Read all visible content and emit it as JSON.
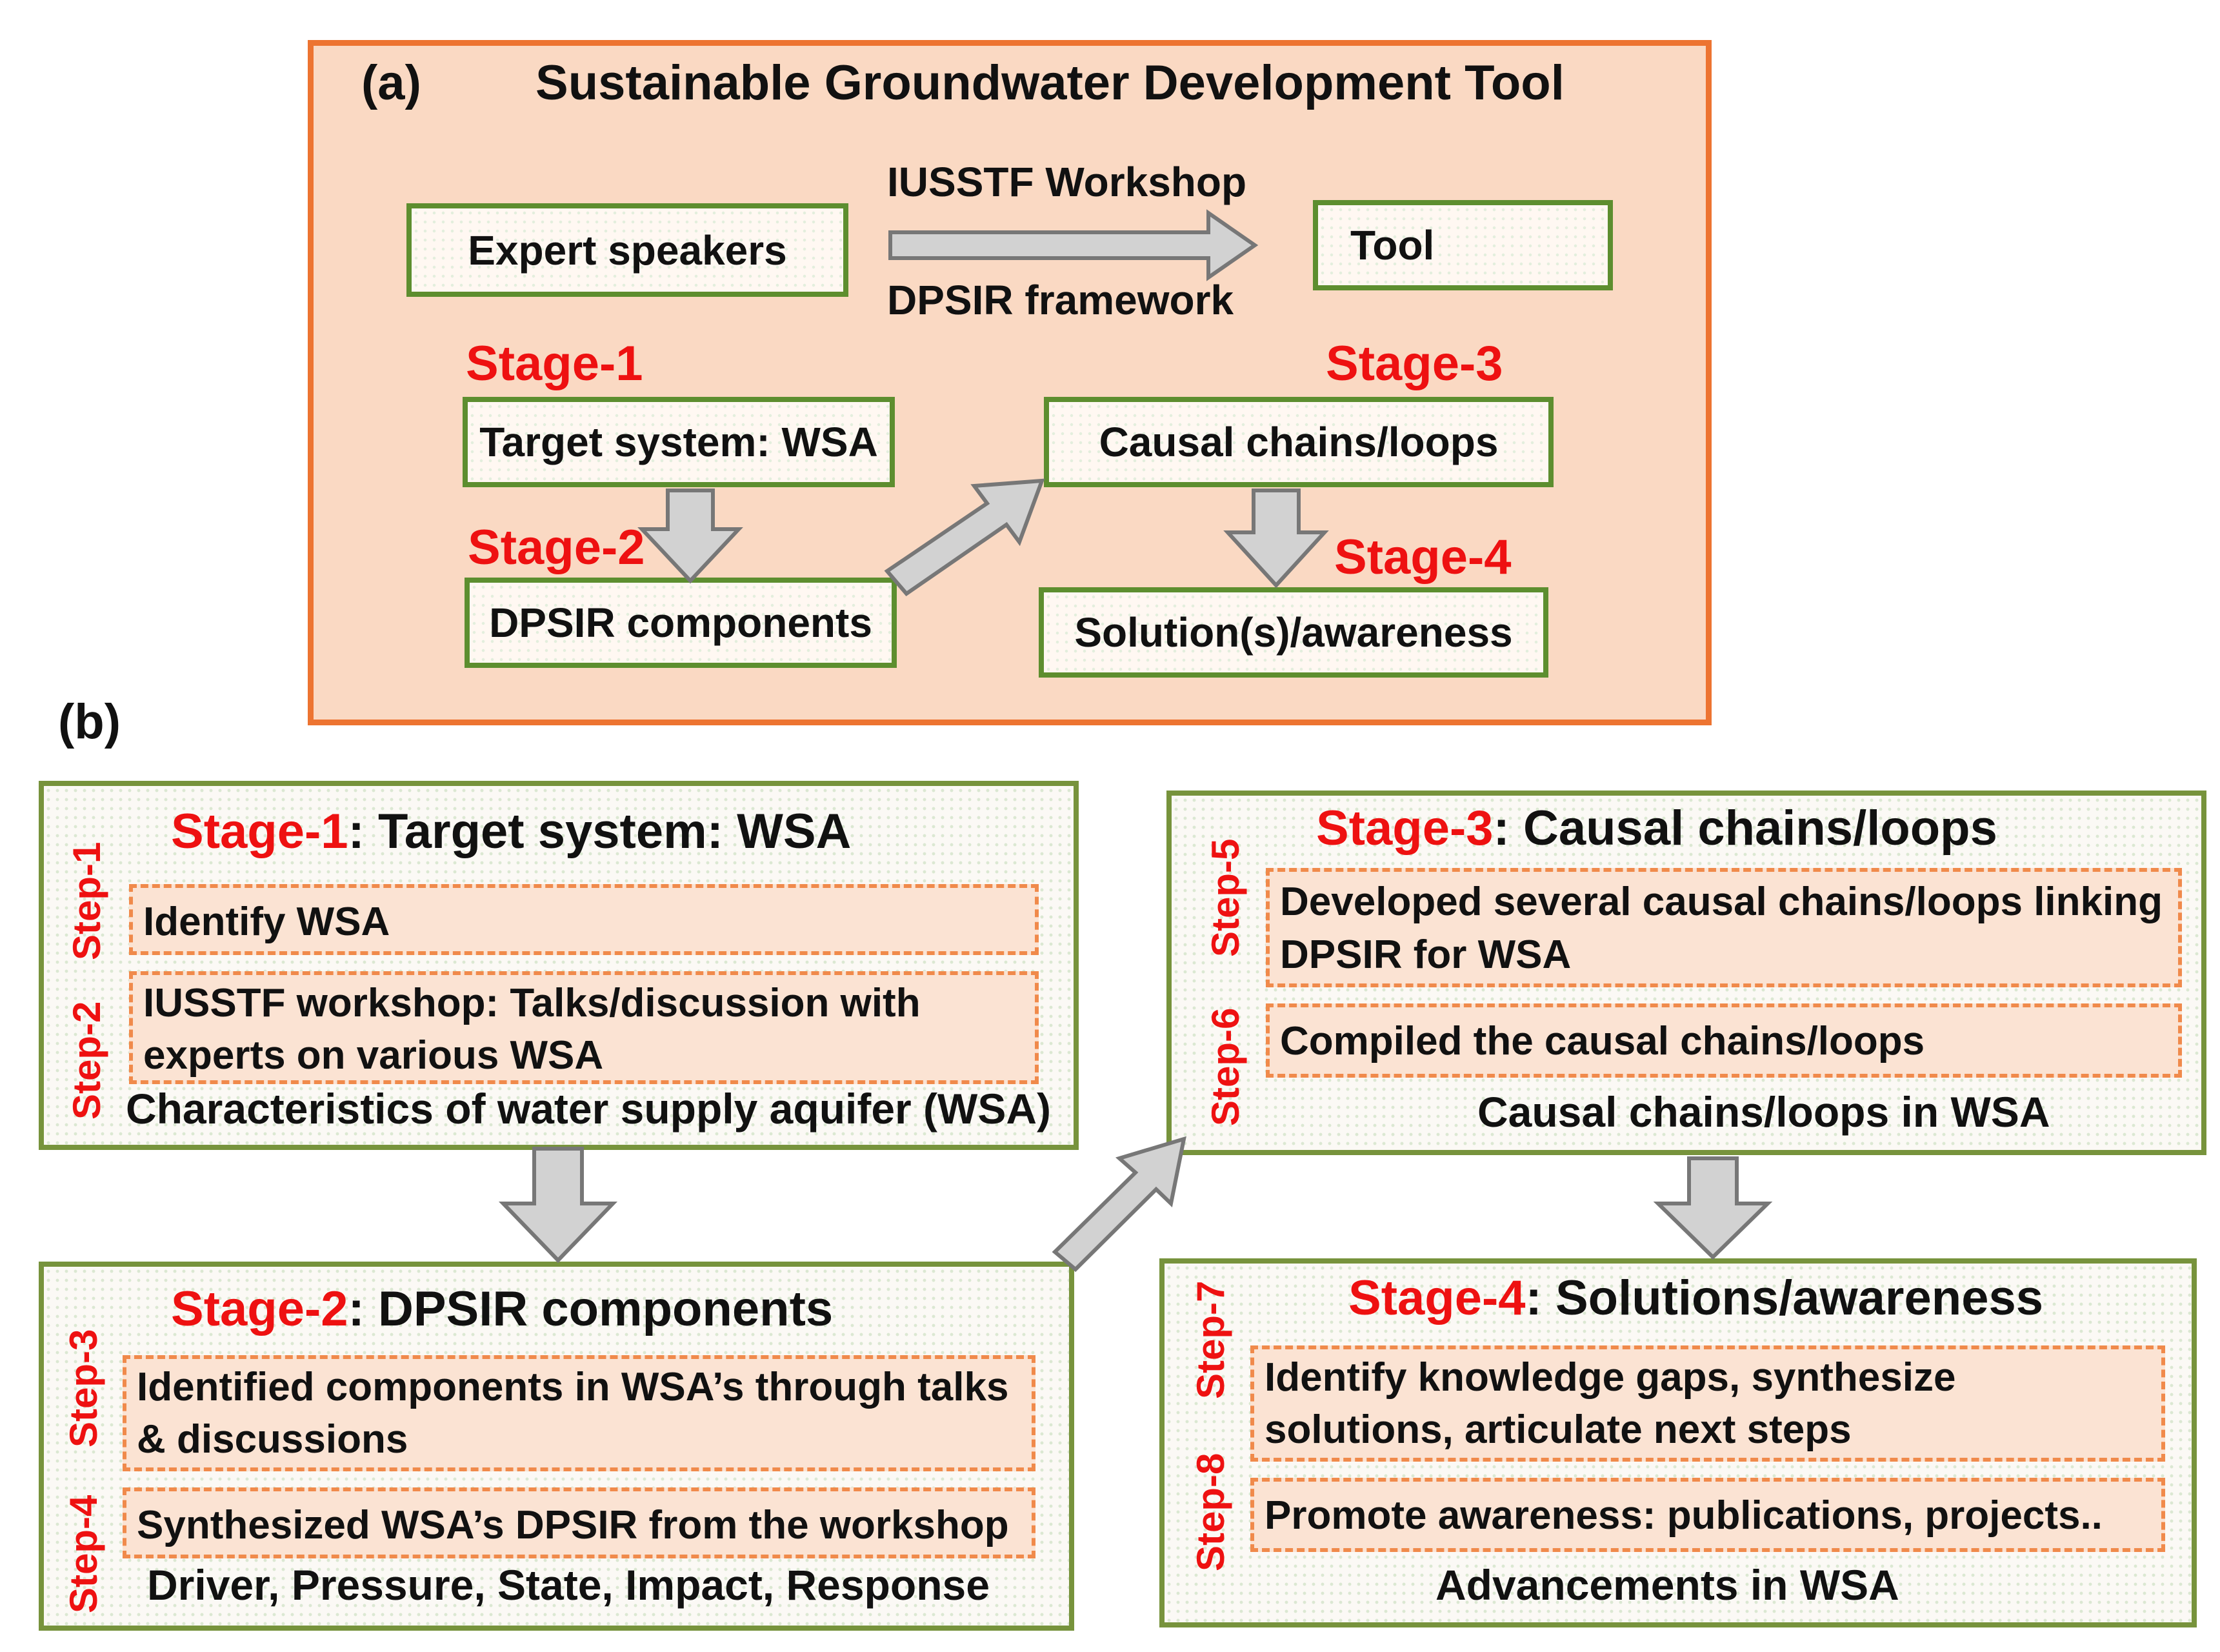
{
  "panel_a": {
    "label": "(a)",
    "title": "Sustainable Groundwater Development Tool",
    "expert_speakers": "Expert speakers",
    "workshop_label": "IUSSTF Workshop",
    "framework_label": "DPSIR framework",
    "tool": "Tool",
    "stages": [
      {
        "label": "Stage-1",
        "box": "Target system: WSA"
      },
      {
        "label": "Stage-2",
        "box": "DPSIR components"
      },
      {
        "label": "Stage-3",
        "box": "Causal chains/loops"
      },
      {
        "label": "Stage-4",
        "box": "Solution(s)/awareness"
      }
    ]
  },
  "panel_b": {
    "label": "(b)",
    "stages": [
      {
        "stage": "Stage-1",
        "title": ": Target system: WSA",
        "steps": [
          "Step-1",
          "Step-2"
        ],
        "items": [
          "Identify WSA",
          "IUSSTF workshop: Talks/discussion with experts on various WSA"
        ],
        "footer": "Characteristics of water supply aquifer (WSA)"
      },
      {
        "stage": "Stage-2",
        "title": ": DPSIR components",
        "steps": [
          "Step-3",
          "Step-4"
        ],
        "items": [
          "Identified components in WSA’s through talks & discussions",
          "Synthesized WSA’s DPSIR from the workshop"
        ],
        "footer": "Driver, Pressure, State, Impact, Response"
      },
      {
        "stage": "Stage-3",
        "title": ": Causal chains/loops",
        "steps": [
          "Step-5",
          "Step-6"
        ],
        "items": [
          "Developed several causal chains/loops linking DPSIR for WSA",
          "Compiled the causal chains/loops"
        ],
        "footer": "Causal chains/loops in WSA"
      },
      {
        "stage": "Stage-4",
        "title": ": Solutions/awareness",
        "steps": [
          "Step-7",
          "Step-8"
        ],
        "items": [
          "Identify knowledge gaps, synthesize solutions, articulate next steps",
          "Promote awareness: publications, projects.."
        ],
        "footer": "Advancements in WSA"
      }
    ]
  },
  "colors": {
    "panel_fill": "#fad9c3",
    "panel_border": "#ed7431",
    "green_border": "#5d8e2f",
    "stage_red": "#ee1111",
    "dash_border": "#f08a4b",
    "dash_fill": "#fbe3d3",
    "arrow_fill": "#d2d2d2",
    "arrow_stroke": "#777777"
  }
}
